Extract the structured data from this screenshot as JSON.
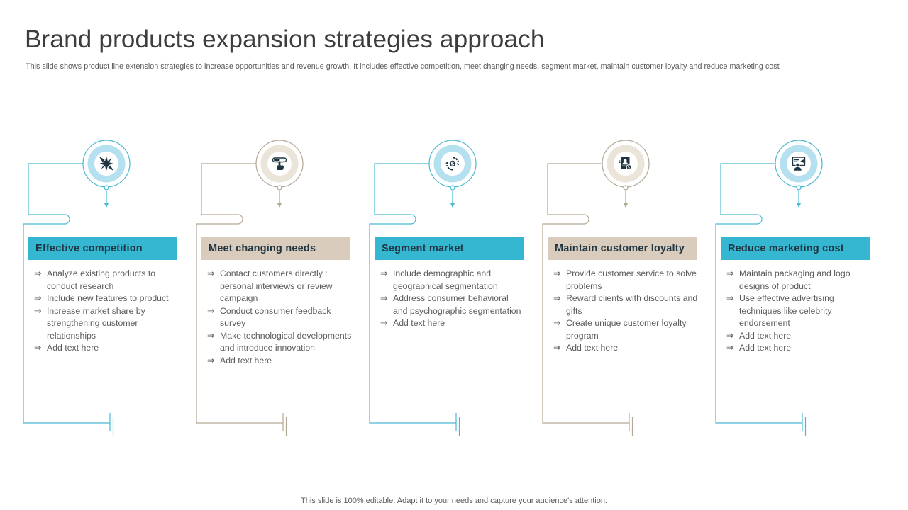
{
  "slide": {
    "title": "Brand products expansion strategies approach",
    "subtitle": "This slide shows product line extension strategies to increase opportunities and revenue growth. It includes effective competition, meet changing needs, segment market, maintain customer loyalty and reduce marketing cost",
    "footer": "This slide is 100% editable. Adapt it to your needs and capture your audience's attention."
  },
  "bullet_marker": "⇒",
  "colors": {
    "teal": "#35B7D2",
    "teal_light": "#B5E0EF",
    "teal_line": "#4AB9D2",
    "tan": "#D9CCBC",
    "tan_light": "#EAE4D9",
    "tan_line": "#B3A795",
    "dark": "#1F3542",
    "body_text": "#5A5A5A",
    "title_text": "#3D3D3D"
  },
  "columns": [
    {
      "theme": "teal",
      "icon": "competition-clash-icon",
      "title": "Effective competition",
      "bullets": [
        "Analyze existing products to conduct research",
        "Include new features to product",
        "Increase market share by strengthening customer relationships",
        "Add text here"
      ]
    },
    {
      "theme": "tan",
      "icon": "hand-slider-icon",
      "title": "Meet changing needs",
      "bullets": [
        "Contact customers directly : personal interviews or review campaign",
        "Conduct consumer feedback survey",
        "Make technological developments and introduce innovation",
        "Add text here"
      ]
    },
    {
      "theme": "teal",
      "icon": "market-segmentation-icon",
      "title": "Segment market",
      "bullets": [
        "Include demographic and geographical segmentation",
        "Address consumer behavioral and psychographic segmentation",
        "Add text here"
      ]
    },
    {
      "theme": "tan",
      "icon": "customer-loyalty-card-icon",
      "title": "Maintain customer loyalty",
      "bullets": [
        "Provide customer service to solve problems",
        "Reward clients with discounts and gifts",
        "Create unique customer loyalty program",
        "Add text here"
      ]
    },
    {
      "theme": "teal",
      "icon": "marketing-presentation-icon",
      "title": "Reduce marketing cost",
      "bullets": [
        "Maintain packaging and logo designs of product",
        "Use effective advertising techniques like celebrity endorsement",
        "Add text here",
        "Add text here"
      ]
    }
  ]
}
